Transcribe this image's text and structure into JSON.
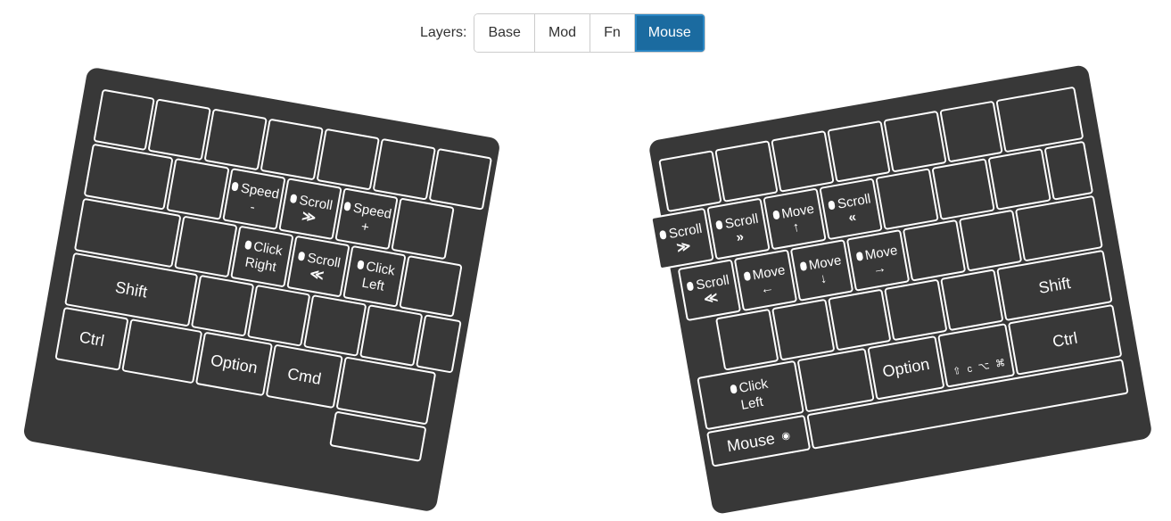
{
  "layers": {
    "label": "Layers:",
    "buttons": [
      "Base",
      "Mod",
      "Fn",
      "Mouse"
    ],
    "active": "Mouse",
    "active_color": "#1b6ba0"
  },
  "left": {
    "speed_minus": {
      "text": "Speed",
      "sub": "-"
    },
    "scroll_down": {
      "text": "Scroll",
      "sub": "≫"
    },
    "speed_plus": {
      "text": "Speed",
      "sub": "+"
    },
    "click_right": {
      "text": "Click",
      "sub": "Right"
    },
    "scroll_up": {
      "text": "Scroll",
      "sub": "≪"
    },
    "click_left": {
      "text": "Click",
      "sub": "Left"
    },
    "shift": "Shift",
    "ctrl": "Ctrl",
    "option": "Option",
    "cmd": "Cmd"
  },
  "right": {
    "scroll_down": {
      "text": "Scroll",
      "sub": "≫"
    },
    "scroll_right": {
      "text": "Scroll",
      "sub": "»"
    },
    "move_up": {
      "text": "Move",
      "sub": "↑"
    },
    "scroll_left": {
      "text": "Scroll",
      "sub": "«"
    },
    "scroll_up": {
      "text": "Scroll",
      "sub": "≪"
    },
    "move_left": {
      "text": "Move",
      "sub": "←"
    },
    "move_down": {
      "text": "Move",
      "sub": "↓"
    },
    "move_right": {
      "text": "Move",
      "sub": "→"
    },
    "shift": "Shift",
    "ctrl": "Ctrl",
    "option": "Option",
    "mods": "⇧ c ⌥ ⌘",
    "click_left": {
      "text": "Click",
      "sub": "Left"
    },
    "mouse": "Mouse",
    "mouse_icon": "◉"
  },
  "colors": {
    "keyboard": "#383838",
    "key_border": "#ffffff"
  },
  "icons": {
    "mouse": "mouse-icon",
    "wireless": "wireless-icon"
  }
}
